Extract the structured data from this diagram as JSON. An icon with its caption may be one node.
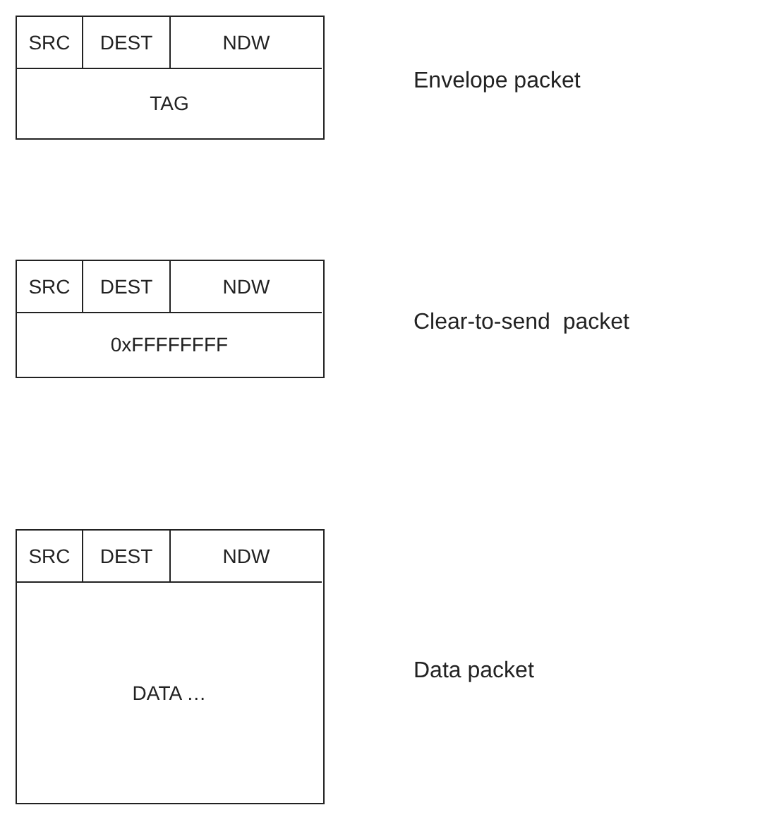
{
  "diagram": {
    "nodes": [
      {
        "text": [],
        "shape": "box",
        "beside": [
          "Envelope packet"
        ]
      },
      {
        "text": [
          "SRC"
        ],
        "in": 0
      },
      {
        "text": [
          "DEST"
        ],
        "in": 0
      },
      {
        "text": [
          "NDW"
        ],
        "in": 0
      },
      {
        "text": [
          "TAG"
        ],
        "in": 0
      },
      {
        "text": [],
        "shape": "box",
        "beside": [
          "Clear-to-send  packet"
        ]
      },
      {
        "text": [
          "SRC"
        ],
        "in": 5
      },
      {
        "text": [
          "DEST"
        ],
        "in": 5
      },
      {
        "text": [
          "NDW"
        ],
        "in": 5
      },
      {
        "text": [
          "0xFFFFFFFF"
        ],
        "in": 5
      },
      {
        "text": [],
        "shape": "box",
        "beside": [
          "Data packet"
        ]
      },
      {
        "text": [
          "SRC"
        ],
        "in": 10
      },
      {
        "text": [
          "DEST"
        ],
        "in": 10
      },
      {
        "text": [
          "NDW"
        ],
        "in": 10
      },
      {
        "text": [
          "DATA …"
        ],
        "in": 10
      }
    ]
  }
}
